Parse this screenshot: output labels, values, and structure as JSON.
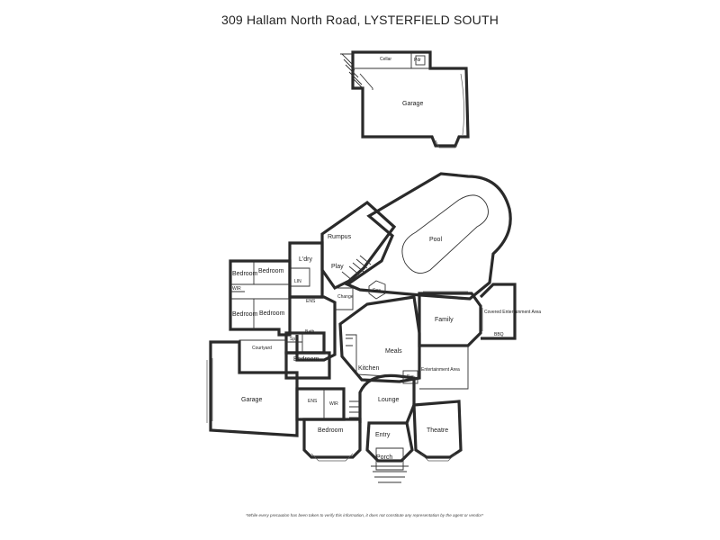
{
  "title": "309 Hallam North Road, LYSTERFIELD SOUTH",
  "disclaimer": "*While every precaution has been taken to verify this information, it does not constitute any representation by the agent or vendor*",
  "rooms": {
    "cellar": "Cellar",
    "pdr": "Pdr",
    "garage_upper": "Garage",
    "rumpus": "Rumpus",
    "pool": "Pool",
    "ldry": "L'dry",
    "play": "Play",
    "bedroom_1": "Bedroom",
    "bedroom_2": "Bedroom",
    "bedroom_3": "Bedroom",
    "bedroom_4": "Bedroom",
    "bedroom_5": "Bedroom",
    "bedroom_main": "Bedroom",
    "lin": "LIN",
    "wir_1": "WIR",
    "wir_2": "WIR",
    "ens_1": "ENS",
    "ens_2": "ENS",
    "bath": "Bath",
    "spa_small": "Spa",
    "spa": "Spa",
    "change": "Change",
    "family": "Family",
    "covered_entertainment": "Covered Entertainment Area",
    "bbq": "BBQ",
    "meals": "Meals",
    "kitchen": "Kitchen",
    "bar": "Bar",
    "entertainment_area": "Entertainment Area",
    "courtyard": "Courtyard",
    "garage_lower": "Garage",
    "lounge": "Lounge",
    "theatre": "Theatre",
    "entry": "Entry",
    "porch": "Porch"
  }
}
